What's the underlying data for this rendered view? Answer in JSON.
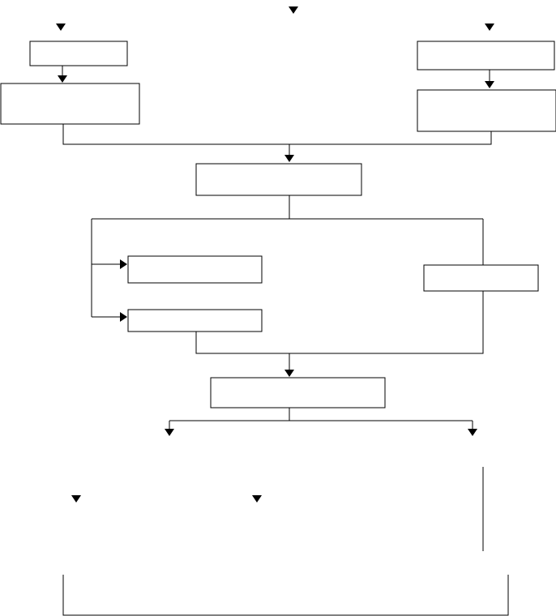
{
  "diagram": {
    "type": "flowchart",
    "stroke_color": "#000000",
    "background_color": "#ffffff",
    "boxes": [
      {
        "id": "top-left-box",
        "label": ""
      },
      {
        "id": "left-second-box",
        "label": ""
      },
      {
        "id": "top-right-box",
        "label": ""
      },
      {
        "id": "right-second-box",
        "label": ""
      },
      {
        "id": "merge-box",
        "label": ""
      },
      {
        "id": "branch-upper-left-box",
        "label": ""
      },
      {
        "id": "branch-lower-left-box",
        "label": ""
      },
      {
        "id": "branch-right-box",
        "label": ""
      },
      {
        "id": "join-box",
        "label": ""
      }
    ],
    "connectors": [
      {
        "from": "top-left-box",
        "to": "left-second-box"
      },
      {
        "from": "top-right-box",
        "to": "right-second-box"
      },
      {
        "from": "left-second-box",
        "to": "merge-box"
      },
      {
        "from": "right-second-box",
        "to": "merge-box"
      },
      {
        "from": "merge-box",
        "to": "branch-upper-left-box"
      },
      {
        "from": "merge-box",
        "to": "branch-lower-left-box"
      },
      {
        "from": "merge-box",
        "to": "branch-right-box"
      },
      {
        "from": "branch-lower-left-box",
        "to": "join-box"
      },
      {
        "from": "branch-right-box",
        "to": "join-box"
      }
    ]
  }
}
